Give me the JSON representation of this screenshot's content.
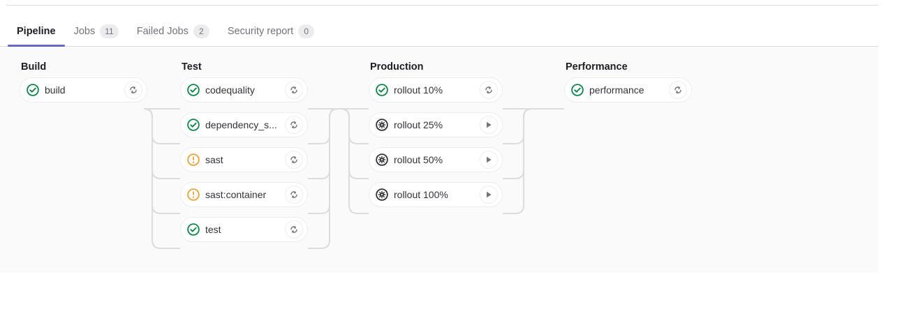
{
  "tabs": [
    {
      "label": "Pipeline",
      "badge": null,
      "active": true,
      "name": "tab-pipeline"
    },
    {
      "label": "Jobs",
      "badge": "11",
      "active": false,
      "name": "tab-jobs"
    },
    {
      "label": "Failed Jobs",
      "badge": "2",
      "active": false,
      "name": "tab-failed-jobs"
    },
    {
      "label": "Security report",
      "badge": "0",
      "active": false,
      "name": "tab-security-report"
    }
  ],
  "colors": {
    "accent": "#6666c4",
    "success": "#108548",
    "warning": "#e8a33d",
    "manual": "#333238",
    "action": "#737278",
    "canvas": "#fafafa",
    "card_border": "#ededf0",
    "edge": "#dcdcde"
  },
  "pipeline": {
    "stages": [
      {
        "name": "Build",
        "jobs": [
          {
            "name": "build",
            "status": "success",
            "action": "retry"
          }
        ]
      },
      {
        "name": "Test",
        "jobs": [
          {
            "name": "codequality",
            "status": "success",
            "action": "retry"
          },
          {
            "name": "dependency_s...",
            "status": "success",
            "action": "retry"
          },
          {
            "name": "sast",
            "status": "warning",
            "action": "retry"
          },
          {
            "name": "sast:container",
            "status": "warning",
            "action": "retry"
          },
          {
            "name": "test",
            "status": "success",
            "action": "retry"
          }
        ]
      },
      {
        "name": "Production",
        "jobs": [
          {
            "name": "rollout 10%",
            "status": "success",
            "action": "retry"
          },
          {
            "name": "rollout 25%",
            "status": "manual",
            "action": "play"
          },
          {
            "name": "rollout 50%",
            "status": "manual",
            "action": "play"
          },
          {
            "name": "rollout 100%",
            "status": "manual",
            "action": "play"
          }
        ]
      },
      {
        "name": "Performance",
        "jobs": [
          {
            "name": "performance",
            "status": "success",
            "action": "retry"
          }
        ]
      }
    ]
  }
}
